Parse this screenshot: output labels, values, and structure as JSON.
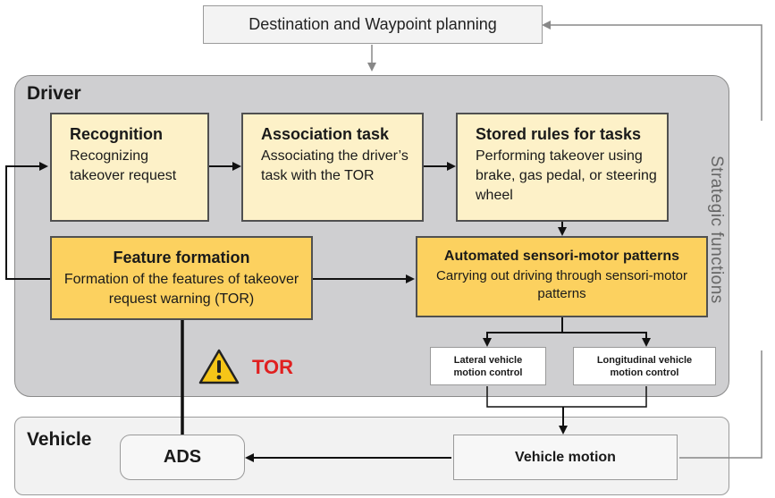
{
  "top": {
    "planning": "Destination and Waypoint planning"
  },
  "driver": {
    "title": "Driver",
    "recognition": {
      "title": "Recognition",
      "desc": "Recognizing takeover request"
    },
    "association": {
      "title": "Association task",
      "desc": "Associating the driver’s task with the TOR"
    },
    "rules": {
      "title": "Stored rules for tasks",
      "desc": "Performing takeover using brake, gas pedal, or steering wheel"
    },
    "feature": {
      "title": "Feature formation",
      "desc": "Formation of the features of takeover request warning (TOR)"
    },
    "automated": {
      "title": "Automated sensori-motor patterns",
      "desc": "Carrying out driving through sensori-motor patterns"
    },
    "lateral": "Lateral vehicle motion control",
    "longitudinal": "Longitudinal vehicle motion control",
    "tor_label": "TOR"
  },
  "vehicle": {
    "title": "Vehicle",
    "ads": "ADS",
    "motion": "Vehicle motion"
  },
  "side": {
    "strategic": "Strategic functions"
  },
  "colors": {
    "light_box": "#fdf1c8",
    "gold_box": "#fcd15f",
    "driver_region": "#cfcfd1",
    "tor_red": "#e02020",
    "warning_yellow": "#f5c518"
  },
  "icons": {
    "warning": "warning-triangle-icon"
  }
}
